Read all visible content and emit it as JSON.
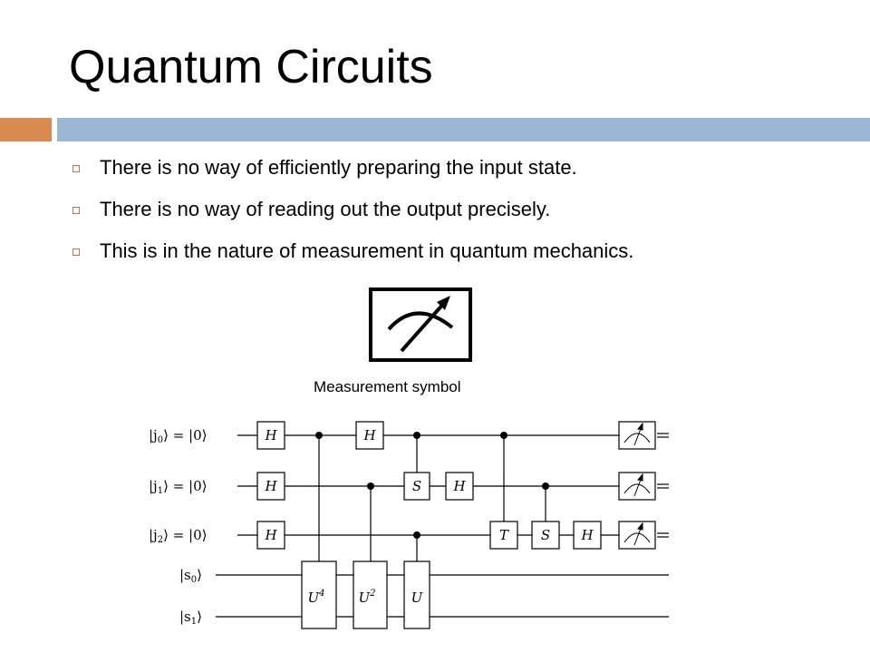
{
  "slide": {
    "title": "Quantum Circuits",
    "bullets": [
      "There is no way of efficiently preparing the input state.",
      "There is no way of reading out the output precisely.",
      "This is in the nature of measurement in quantum mechanics."
    ],
    "measurement_caption": "Measurement symbol"
  },
  "circuit": {
    "inputs": [
      {
        "id": "j0",
        "pre": "|j",
        "sub": "0",
        "post": "⟩ = |0⟩"
      },
      {
        "id": "j1",
        "pre": "|j",
        "sub": "1",
        "post": "⟩ = |0⟩"
      },
      {
        "id": "j2",
        "pre": "|j",
        "sub": "2",
        "post": "⟩ = |0⟩"
      },
      {
        "id": "s0",
        "pre": "|s",
        "sub": "0",
        "post": "⟩"
      },
      {
        "id": "s1",
        "pre": "|s",
        "sub": "1",
        "post": "⟩"
      }
    ],
    "gates": {
      "H": "H",
      "S": "S",
      "T": "T",
      "U": "U",
      "U2": "U",
      "U2_exp": "2",
      "U4": "U",
      "U4_exp": "4"
    }
  },
  "colors": {
    "accent_orange": "#d98a4f",
    "accent_blue": "#9bb7d6",
    "bullet_marker": "#c2764a"
  }
}
